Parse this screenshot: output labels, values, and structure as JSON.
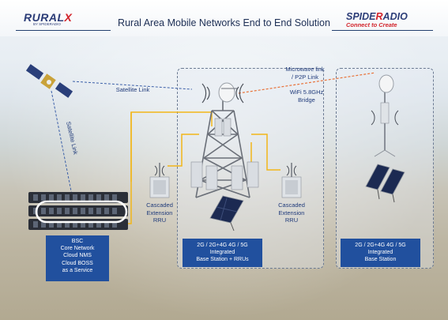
{
  "header": {
    "title": "Rural Area Mobile Networks End to End Solution",
    "logo_left": {
      "text_main": "RURAL",
      "text_x": "X",
      "text_sub": "BY SPIDERADIO"
    },
    "logo_right": {
      "text_a": "SPIDE",
      "text_b": "R",
      "text_c": "ADIO",
      "tagline": "Connect to Create"
    }
  },
  "links": {
    "satellite_link": "Satellite Link",
    "satellite_link_vertical": "Satellite Link",
    "microwave_line1": "Microwave link",
    "microwave_line2": "/ P2P Link",
    "wifi_line1": "WiFi 5.8GHz",
    "wifi_line2": "Bridge"
  },
  "rru_left": {
    "line1": "Cascaded",
    "line2": "Extension",
    "line3": "RRU"
  },
  "rru_right": {
    "line1": "Cascaded",
    "line2": "Extension",
    "line3": "RRU"
  },
  "core_box": {
    "line1": "BSC",
    "line2": "Core Network",
    "line3": "Cloud NMS",
    "line4": "Cloud BOSS",
    "line5": "as a Service"
  },
  "center_box": {
    "line1": "2G / 2G+4G 4G / 5G",
    "line2": "Integrated",
    "line3": "Base Station + RRUs"
  },
  "right_box": {
    "line1": "2G / 2G+4G 4G / 5G",
    "line2": "Integrated",
    "line3": "Base Station"
  },
  "colors": {
    "brand_blue": "#21509e",
    "link_yellow": "#f2b619",
    "accent_red": "#d2232a",
    "dashed_orange": "#e8733a"
  },
  "icons": [
    "satellite-icon",
    "server-rack-icon",
    "lattice-tower-icon",
    "dish-antenna-icon",
    "rru-unit-icon",
    "solar-panel-icon"
  ]
}
